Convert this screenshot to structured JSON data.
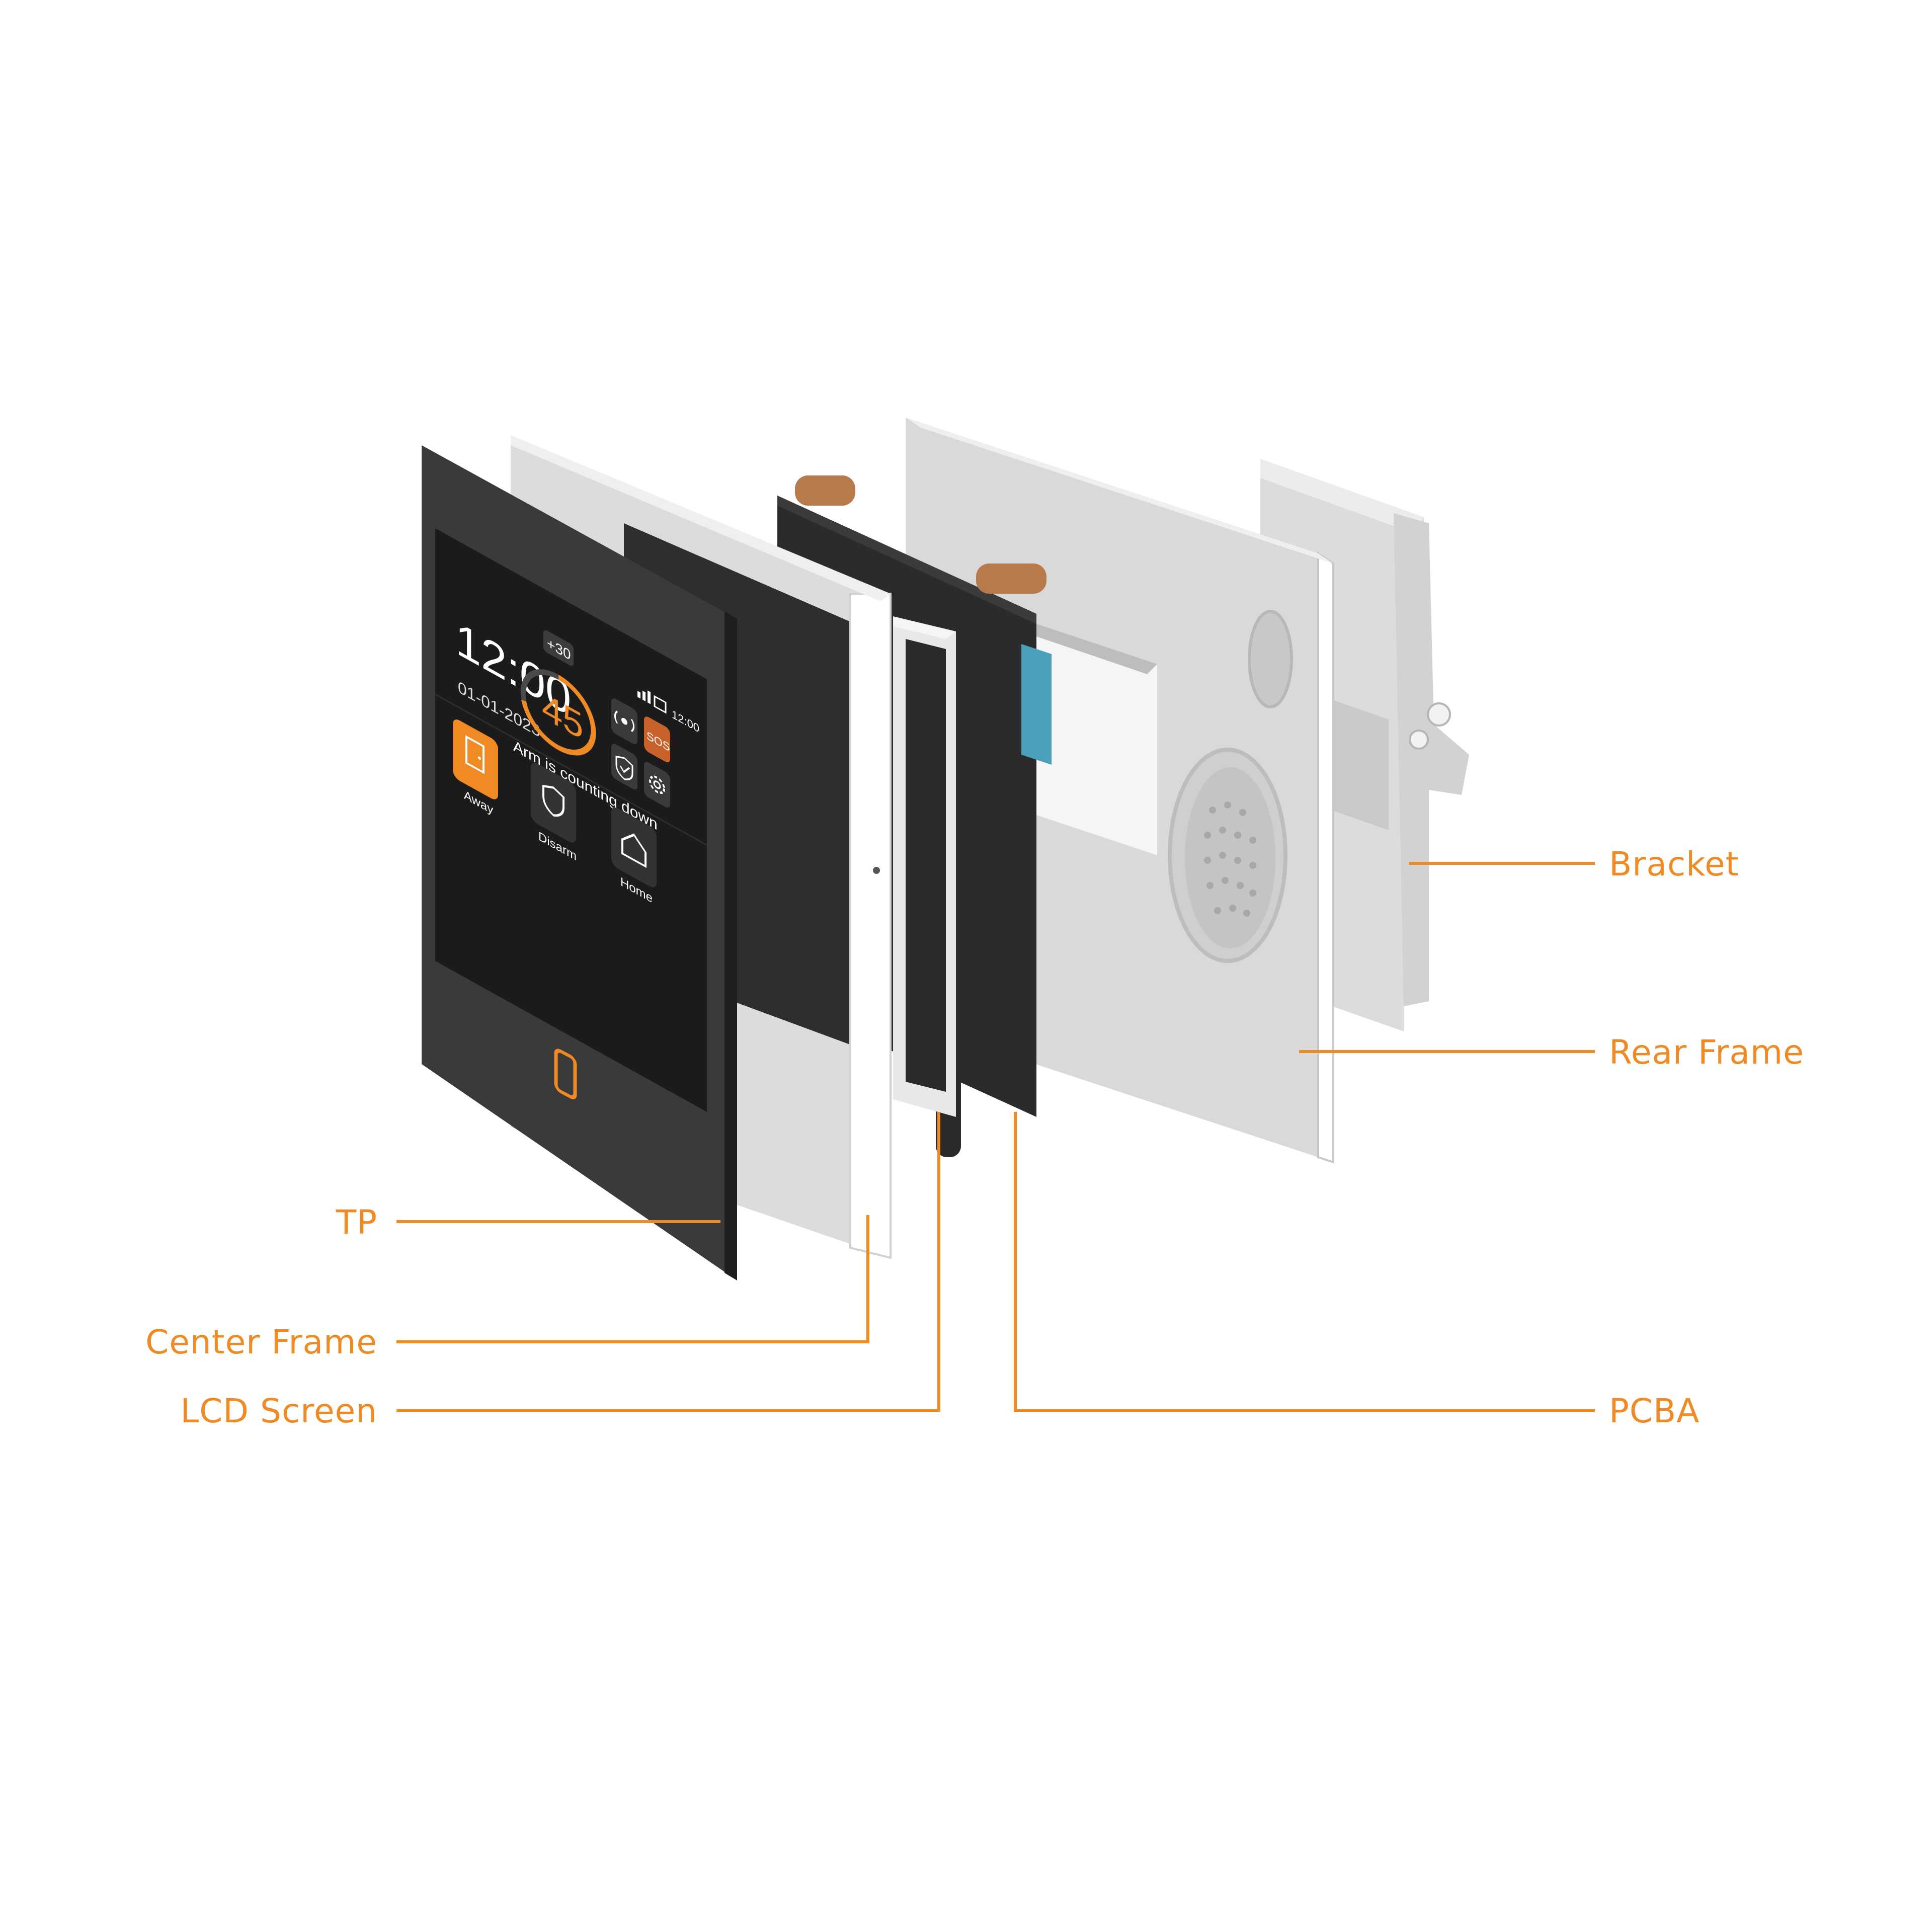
{
  "colors": {
    "accent": "#F08A24",
    "background": "#FFFFFF",
    "panel_dark": "#2C2C2C",
    "frame_white": "#F2F2F2"
  },
  "labels": {
    "tp": "TP",
    "center_frame": "Center Frame",
    "lcd_screen": "LCD Screen",
    "bracket": "Bracket",
    "rear_frame": "Rear Frame",
    "pcba": "PCBA"
  },
  "screen": {
    "time": "12:00",
    "date": "01-01-2023",
    "timer_badge": "+30",
    "countdown": "45",
    "countdown_message": "Arm is counting down",
    "status_time": "12:00",
    "sos_label": "SOS",
    "away_label": "Away",
    "disarm_label": "Disarm",
    "home_label": "Home"
  },
  "icons": {
    "signal": "wifi-signal-icon",
    "alarm": "alarm-radio-icon",
    "shield": "shield-check-icon",
    "settings": "gear-icon",
    "away": "away-door-icon",
    "disarm": "disarm-shield-icon",
    "home": "home-icon",
    "home_button": "home-button-icon"
  }
}
